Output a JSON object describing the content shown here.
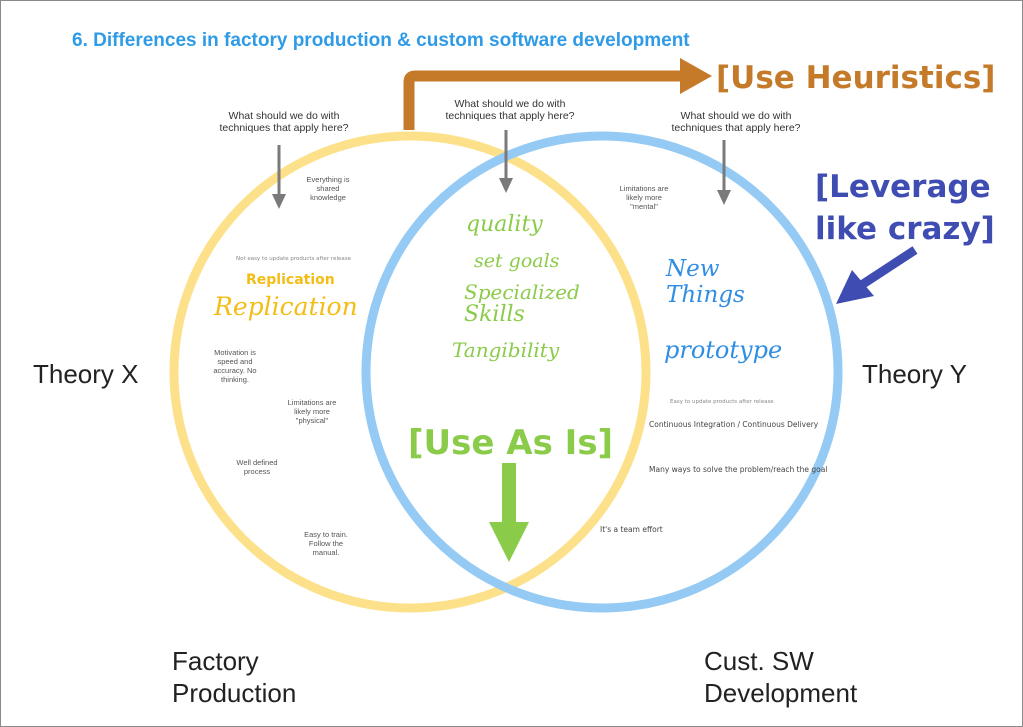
{
  "title": "6. Differences in factory production & custom software development",
  "colors": {
    "title": "#2f9be6",
    "factory_circle": "#fde18a",
    "software_circle": "#94caf4",
    "heuristics": "#c47a28",
    "leverage": "#3f4db3",
    "use_as_is": "#8bcb4a",
    "replication": "#f4bd15",
    "handwriting_blue": "#2f8de4",
    "pointer_arrow": "#7a7a7a"
  },
  "questions": {
    "left": "What should we do with\ntechniques that apply here?",
    "middle": "What should we do with\ntechniques that apply here?",
    "right": "What should we do with\ntechniques that apply here?"
  },
  "callouts": {
    "heuristics": "[Use Heuristics]",
    "leverage": "[Leverage\nlike crazy]",
    "use_as_is": "[Use As Is]"
  },
  "factory": {
    "label": "Factory\nProduction",
    "theory": "Theory X",
    "notes": {
      "shared_knowledge": "Everything is\nshared\nknowledge",
      "not_easy_update": "Not easy to update products after release",
      "replication_typed": "Replication",
      "replication_handwritten": "Replication",
      "motivation": "Motivation is\nspeed and\naccuracy. No\nthinking.",
      "limitations": "Limitations are\nlikely more\n\"physical\"",
      "well_defined": "Well defined\nprocess",
      "easy_train": "Easy to train.\nFollow the\nmanual."
    }
  },
  "software": {
    "label": "Cust. SW\nDevelopment",
    "theory": "Theory Y",
    "notes": {
      "limitations": "Limitations are\nlikely more\n\"mental\"",
      "new_things": "New\nThings",
      "prototype": "prototype",
      "easy_update": "Easy to update products after release",
      "ci_cd": "Continuous Integration / Continuous Delivery",
      "many_ways": "Many ways to solve the problem/reach the goal",
      "team_effort": "It's a team effort"
    }
  },
  "overlap": {
    "handwritten": [
      "quality",
      "set goals",
      "Specialized",
      "Skills",
      "Tangibility"
    ]
  }
}
